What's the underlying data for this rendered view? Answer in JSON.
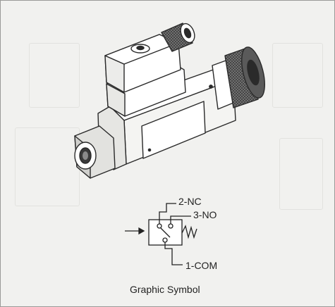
{
  "symbol": {
    "port_nc": "2-NC",
    "port_no": "3-NO",
    "port_com": "1-COM"
  },
  "caption": "Graphic Symbol",
  "colors": {
    "background": "#f1f1ef",
    "line": "#2a2a2a",
    "body_fill": "#ffffff",
    "shade": "#d9d9d6"
  },
  "icons": [
    "pressure-switch-illustration",
    "switch-symbol",
    "spring-icon",
    "pressure-arrow-icon"
  ]
}
